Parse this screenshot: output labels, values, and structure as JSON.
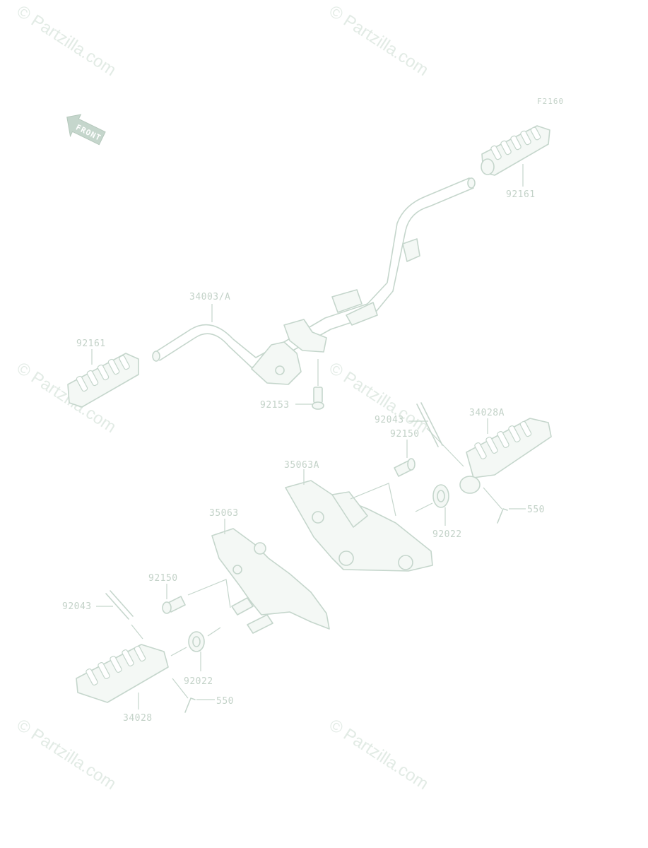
{
  "figure_code": "F2160",
  "front_label": "FRONT",
  "watermark": "© Partzilla.com",
  "callouts": {
    "footpeg_right_rear": "92161",
    "footpeg_left_rear": "92161",
    "bar_assembly": "34003/A",
    "bolt_center": "92153",
    "pin_right": "92043",
    "bolt_right": "92150",
    "footpeg_right": "34028A",
    "bracket_right": "35063A",
    "cotter_right": "550",
    "washer_right": "92022",
    "bracket_left": "35063",
    "bolt_left": "92150",
    "pin_left": "92043",
    "washer_left": "92022",
    "cotter_left": "550",
    "footpeg_left": "34028"
  },
  "colors": {
    "line": "#c5d6cc",
    "text": "#c3d2c8",
    "watermark": "#e2ebe5"
  }
}
